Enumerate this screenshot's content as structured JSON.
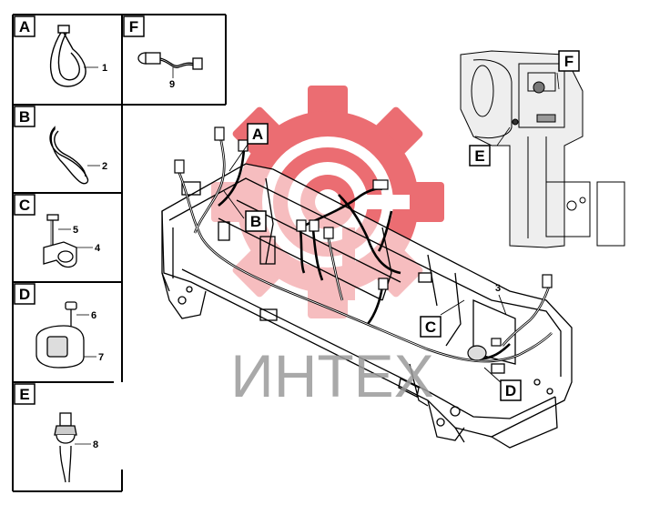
{
  "watermark": {
    "text": "ИНТЕХ",
    "color": "#e8545a",
    "text_color": "#9a9a9a"
  },
  "panels": [
    {
      "letter": "A",
      "callouts": [
        "1"
      ]
    },
    {
      "letter": "B",
      "callouts": [
        "2"
      ]
    },
    {
      "letter": "C",
      "callouts": [
        "5",
        "4"
      ]
    },
    {
      "letter": "D",
      "callouts": [
        "6",
        "7"
      ]
    },
    {
      "letter": "E",
      "callouts": [
        "8"
      ]
    },
    {
      "letter": "F",
      "callouts": [
        "9"
      ]
    }
  ],
  "main_labels": [
    "A",
    "B",
    "C",
    "D"
  ],
  "main_callout": "3",
  "inset_labels": [
    "F",
    "E"
  ],
  "colors": {
    "line": "#000000",
    "watermark": "#e8545a"
  }
}
